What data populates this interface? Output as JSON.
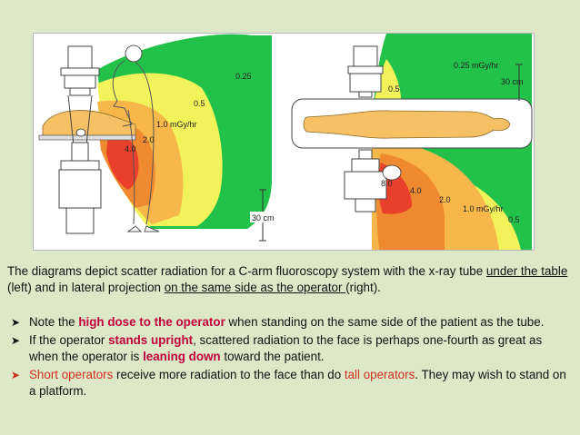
{
  "diagram": {
    "left": {
      "labels": {
        "z025": "0.25",
        "z05": "0.5",
        "z10": "1.0 mGy/hr",
        "z20": "2.0",
        "z40": "4.0",
        "scale": "30 cm"
      }
    },
    "right": {
      "labels": {
        "z025": "0.25 mGy/hr",
        "z05": "0.5",
        "z10": "1.0 mGy/hr",
        "z20": "2.0",
        "z40": "4.0",
        "z80": "8.0",
        "z05b": "0.5",
        "scale": "30 cm"
      }
    },
    "colors": {
      "z025": "#22c24a",
      "z05": "#f2f35a",
      "z10": "#f7b74a",
      "z20": "#f08a30",
      "z40": "#e8402a",
      "patient": "#f6c165"
    }
  },
  "caption": {
    "part1": "The diagrams depict scatter radiation for a C-arm fluoroscopy system with the x-ray tube ",
    "u1": "under the table ",
    "part2": "(left) and in lateral projection ",
    "u2": "on the same side as the operator ",
    "part3": "(right)."
  },
  "bullets": [
    {
      "a": "Note the ",
      "b": "high dose to the operator",
      "c": " when standing on the same side of the patient as the tube."
    },
    {
      "a": "If the operator ",
      "b": "stands upright",
      "c": ", scattered radiation to the face is perhaps one-fourth as great as when the operator is ",
      "d": "leaning down",
      "e": " toward the patient."
    },
    {
      "a": "Short operators",
      "b": " receive more radiation to the face than do ",
      "c": "tall operators",
      "d": ". They may wish to stand on a platform."
    }
  ]
}
